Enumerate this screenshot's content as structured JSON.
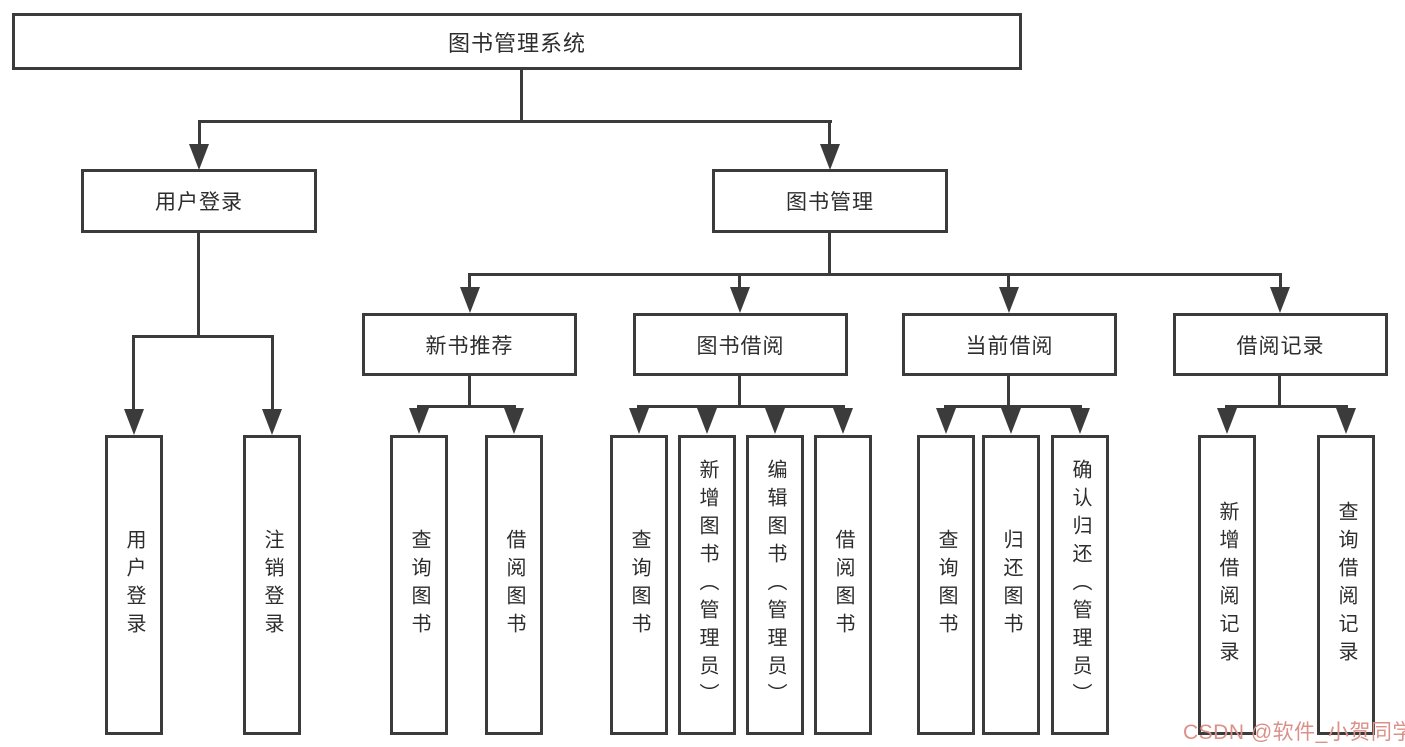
{
  "tree": {
    "label": "图书管理系统",
    "children": [
      {
        "label": "用户登录",
        "children": [
          {
            "label": "用户登录"
          },
          {
            "label": "注销登录"
          }
        ]
      },
      {
        "label": "图书管理",
        "children": [
          {
            "label": "新书推荐",
            "children": [
              {
                "label": "查询图书"
              },
              {
                "label": "借阅图书"
              }
            ]
          },
          {
            "label": "图书借阅",
            "children": [
              {
                "label": "查询图书"
              },
              {
                "label": "新增图书（管理员）"
              },
              {
                "label": "编辑图书（管理员）"
              },
              {
                "label": "借阅图书"
              }
            ]
          },
          {
            "label": "当前借阅",
            "children": [
              {
                "label": "查询图书"
              },
              {
                "label": "归还图书"
              },
              {
                "label": "确认归还（管理员）"
              }
            ]
          },
          {
            "label": "借阅记录",
            "children": [
              {
                "label": "新增借阅记录"
              },
              {
                "label": "查询借阅记录"
              }
            ]
          }
        ]
      }
    ]
  },
  "watermark": {
    "text": "CSDN @软件_小贺同学"
  },
  "colors": {
    "line": "#3b3b3b",
    "text": "#2d2d2d",
    "box_fill": "#ffffff",
    "background": "#ffffff",
    "watermark_color": "#db9189"
  }
}
